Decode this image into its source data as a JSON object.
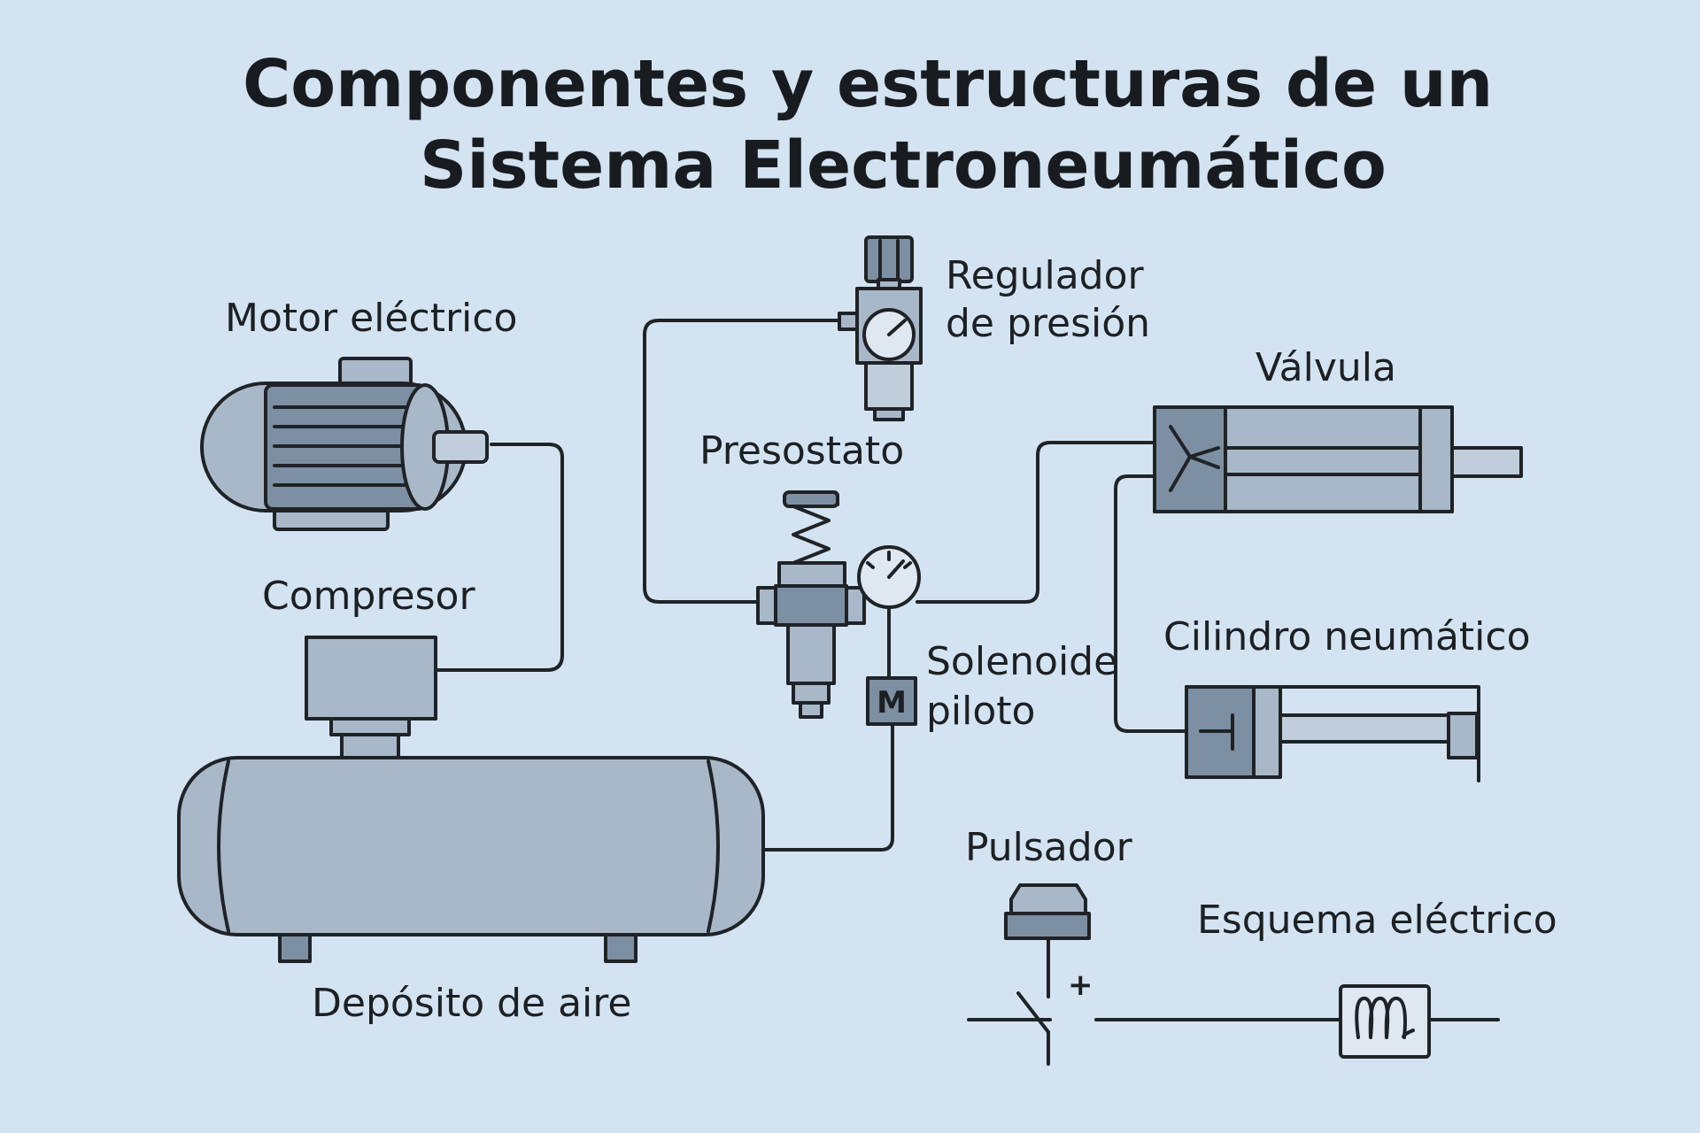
{
  "title": {
    "line1": "Componentes y estructuras de un",
    "line2": "Sistema Electroneumático"
  },
  "labels": {
    "motor": "Motor eléctrico",
    "compresor": "Compresor",
    "deposito": "Depósito de aire",
    "regulador_1": "Regulador",
    "regulador_2": "de presión",
    "presostato": "Presostato",
    "valvula": "Válvula",
    "solenoide_1": "Solenoide",
    "solenoide_2": "piloto",
    "cilindro": "Cilindro neumático",
    "pulsador": "Pulsador",
    "esquema": "Esquema eléctrico"
  },
  "symbols": {
    "solenoid_letter": "M",
    "switch_polarity": "+"
  },
  "icons": [
    "motor-icon",
    "compressor-icon",
    "air-tank-icon",
    "pressure-regulator-icon",
    "pressure-switch-icon",
    "gauge-icon",
    "valve-icon",
    "pneumatic-cylinder-icon",
    "solenoid-icon",
    "push-button-icon",
    "switch-contact-icon",
    "coil-icon"
  ],
  "colors": {
    "background": "#d3e3f1",
    "component_fill": "#a8b8c9",
    "outline": "#1f2327"
  }
}
